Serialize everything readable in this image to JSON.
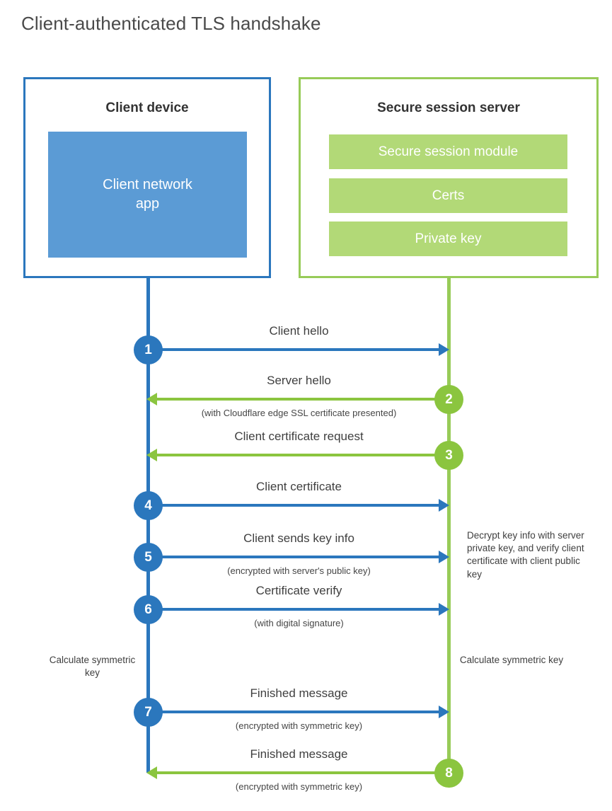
{
  "title": "Client-authenticated TLS handshake",
  "colors": {
    "client_blue": "#2b77bd",
    "client_app_fill": "#5b9bd5",
    "server_green": "#97cb58",
    "arrow_green": "#8bc53f",
    "module_fill": "#b2d977",
    "text": "#3f3f3f",
    "background": "#ffffff"
  },
  "client_panel": {
    "title": "Client device",
    "app_box_label": "Client network\napp",
    "app_box_label_line1": "Client network",
    "app_box_label_line2": "app"
  },
  "server_panel": {
    "title": "Secure session server",
    "modules": [
      {
        "label": "Secure session module"
      },
      {
        "label": "Certs"
      },
      {
        "label": "Private key"
      }
    ]
  },
  "steps": [
    {
      "number": "1",
      "label": "Client hello",
      "sublabel": "",
      "direction": "client-to-server",
      "color": "blue"
    },
    {
      "number": "2",
      "label": "Server hello",
      "sublabel": "(with Cloudflare edge SSL certificate presented)",
      "direction": "server-to-client",
      "color": "green"
    },
    {
      "number": "3",
      "label": "Client certificate request",
      "sublabel": "",
      "direction": "server-to-client",
      "color": "green"
    },
    {
      "number": "4",
      "label": "Client certificate",
      "sublabel": "",
      "direction": "client-to-server",
      "color": "blue"
    },
    {
      "number": "5",
      "label": "Client sends key info",
      "sublabel": "(encrypted with server's public key)",
      "direction": "client-to-server",
      "color": "blue"
    },
    {
      "number": "6",
      "label": "Certificate verify",
      "sublabel": "(with digital signature)",
      "direction": "client-to-server",
      "color": "blue"
    },
    {
      "number": "7",
      "label": "Finished message",
      "sublabel": "(encrypted with symmetric key)",
      "direction": "client-to-server",
      "color": "blue"
    },
    {
      "number": "8",
      "label": "Finished message",
      "sublabel": "(encrypted with symmetric key)",
      "direction": "server-to-client",
      "color": "green"
    }
  ],
  "annotations": {
    "decrypt_note": "Decrypt key info with server private key, and verify client certificate with client public key",
    "client_calculate": "Calculate symmetric key",
    "server_calculate": "Calculate symmetric key"
  }
}
